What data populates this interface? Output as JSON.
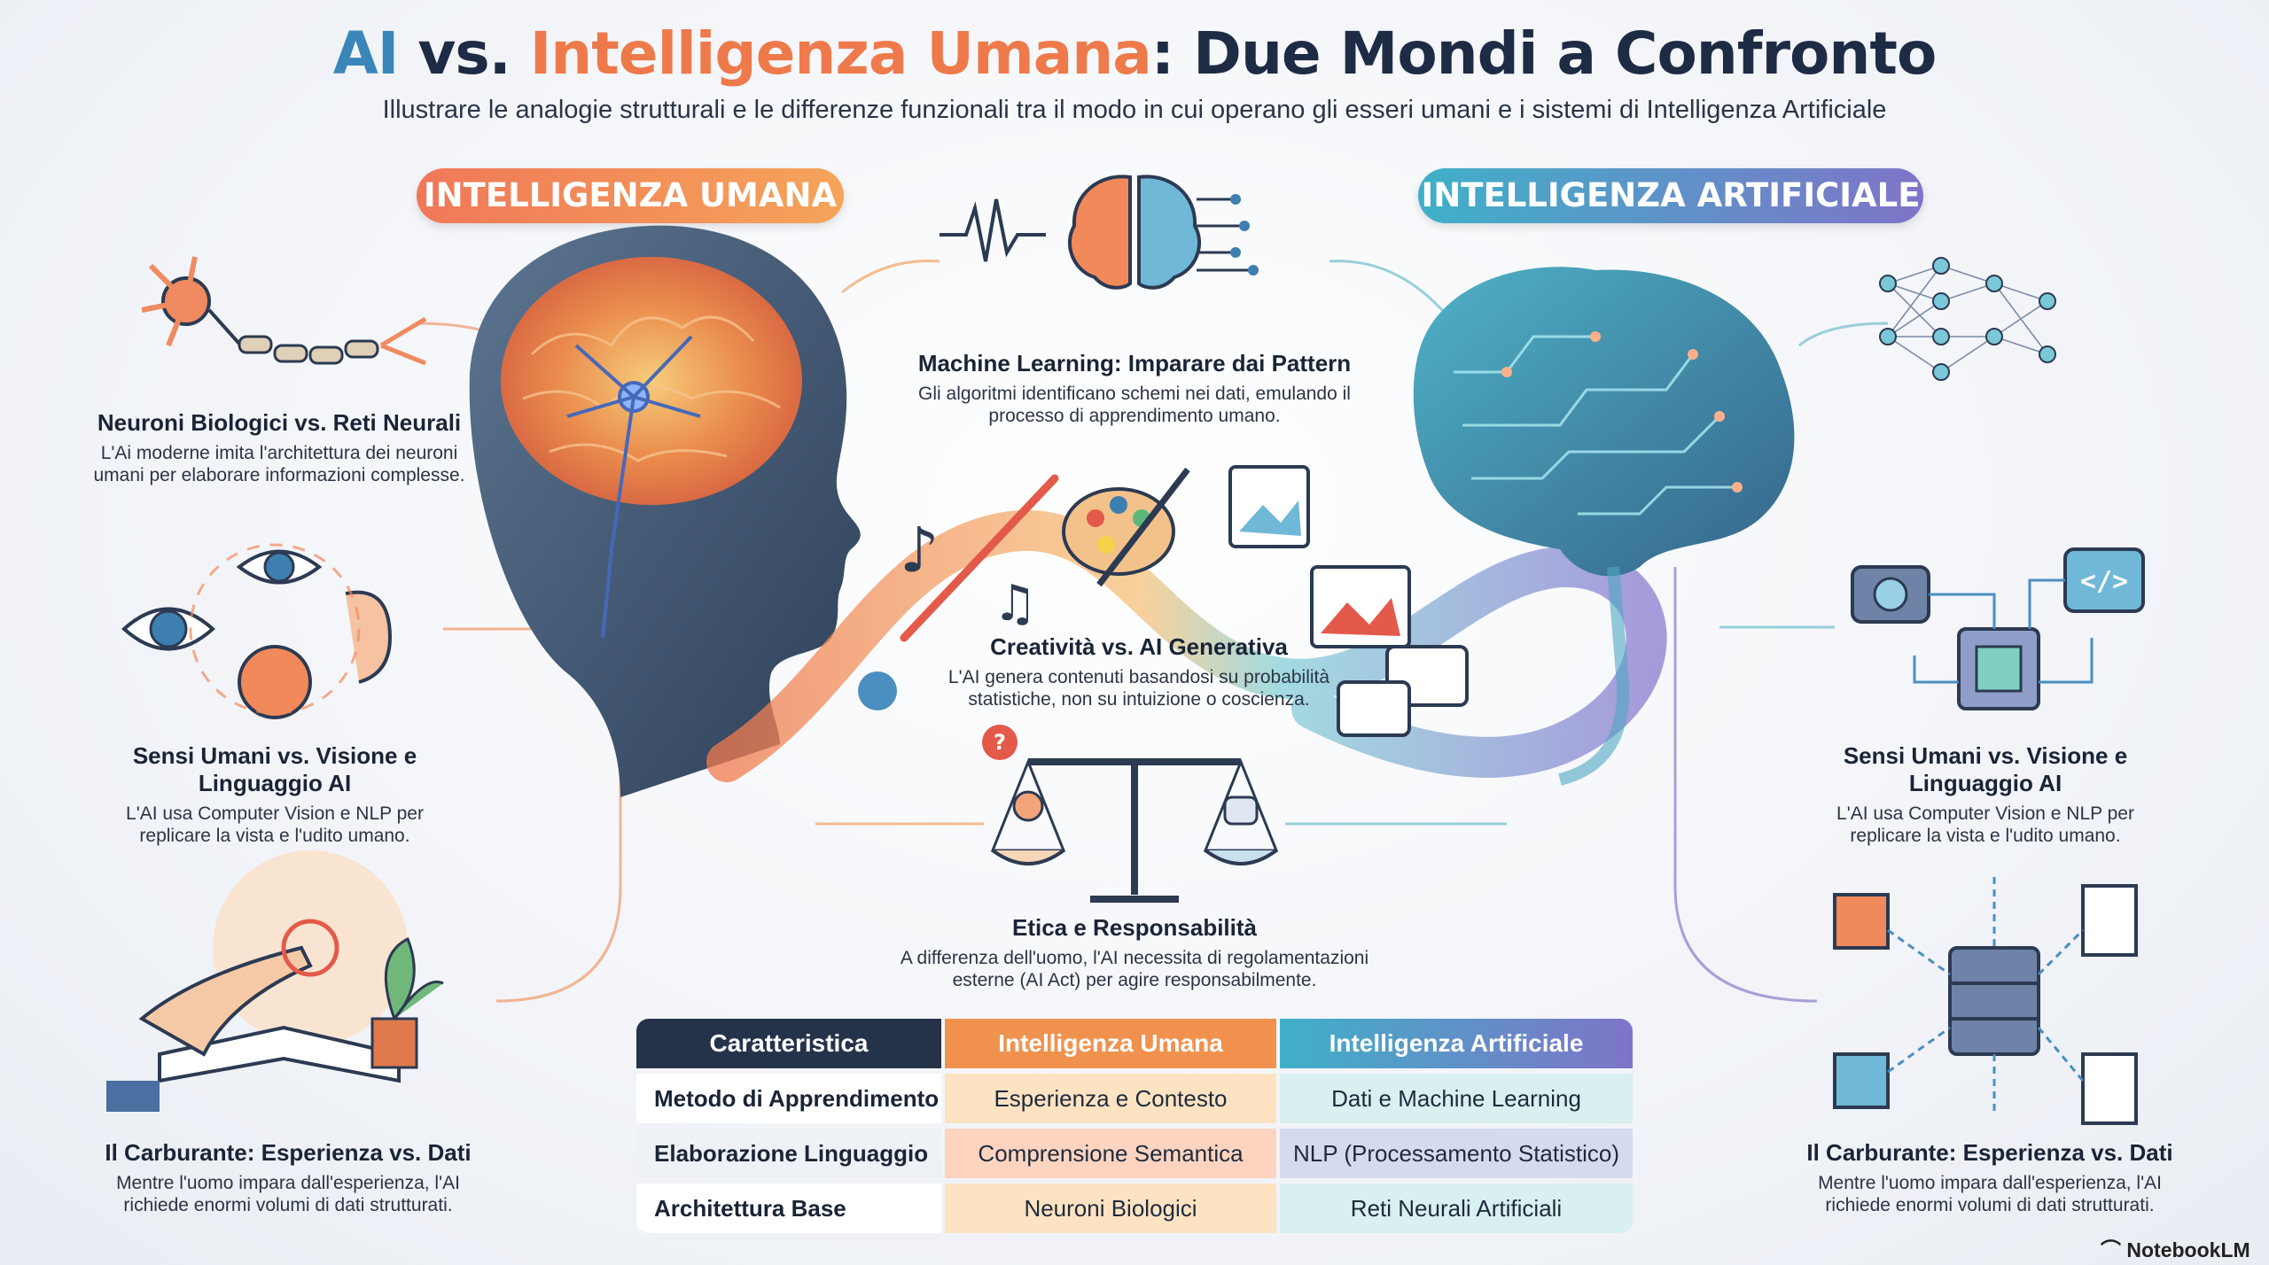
{
  "header": {
    "title_ai": "AI",
    "title_vs": " vs. ",
    "title_human": "Intelligenza Umana",
    "title_rest": ": Due Mondi a Confronto",
    "subtitle": "Illustrare le analogie strutturali e le differenze funzionali tra il modo in cui operano gli esseri umani e i sistemi di Intelligenza Artificiale"
  },
  "labels": {
    "human": "INTELLIGENZA UMANA",
    "ai": "INTELLIGENZA ARTIFICIALE"
  },
  "left": [
    {
      "title": "Neuroni Biologici vs. Reti Neurali",
      "text": "L'Ai moderne imita l'architettura dei neuroni umani per elaborare informazioni complesse."
    },
    {
      "title": "Sensi Umani vs. Visione e Linguaggio AI",
      "text": "L'AI usa Computer Vision e NLP per replicare la vista e l'udito umano."
    },
    {
      "title": "Il Carburante: Esperienza vs. Dati",
      "text": "Mentre l'uomo impara dall'esperienza, l'AI richiede enormi volumi di dati strutturati."
    }
  ],
  "center": [
    {
      "title": "Machine Learning: Imparare dai Pattern",
      "text": "Gli algoritmi identificano schemi nei dati, emulando il processo di apprendimento umano."
    },
    {
      "title": "Creatività vs. AI Generativa",
      "text": "L'AI genera contenuti basandosi su probabilità statistiche, non su intuizione o coscienza."
    },
    {
      "title": "Etica e Responsabilità",
      "text": "A differenza dell'uomo, l'AI necessita di regolamentazioni esterne (AI Act) per agire responsabilmente."
    }
  ],
  "right": [
    {
      "title": "Sensi Umani vs. Visione e Linguaggio AI",
      "text": "L'AI usa Computer Vision e NLP per replicare la vista e l'udito umano."
    },
    {
      "title": "Il Carburante: Esperienza vs. Dati",
      "text": "Mentre l'uomo impara dall'esperienza, l'AI richiede enormi volumi di dati strutturati."
    }
  ],
  "table": {
    "headers": [
      "Caratteristica",
      "Intelligenza Umana",
      "Intelligenza Artificiale"
    ],
    "rows": [
      [
        "Metodo di Apprendimento",
        "Esperienza e Contesto",
        "Dati e Machine Learning"
      ],
      [
        "Elaborazione Linguaggio",
        "Comprensione Semantica",
        "NLP (Processamento Statistico)"
      ],
      [
        "Architettura Base",
        "Neuroni Biologici",
        "Reti Neurali Artificiali"
      ]
    ]
  },
  "brand": "NotebookLM",
  "colors": {
    "human": "#ee7a4c",
    "ai": "#3a86b8",
    "navy": "#1e2b44",
    "violet": "#7f74c8",
    "teal": "#3fb0c8"
  }
}
